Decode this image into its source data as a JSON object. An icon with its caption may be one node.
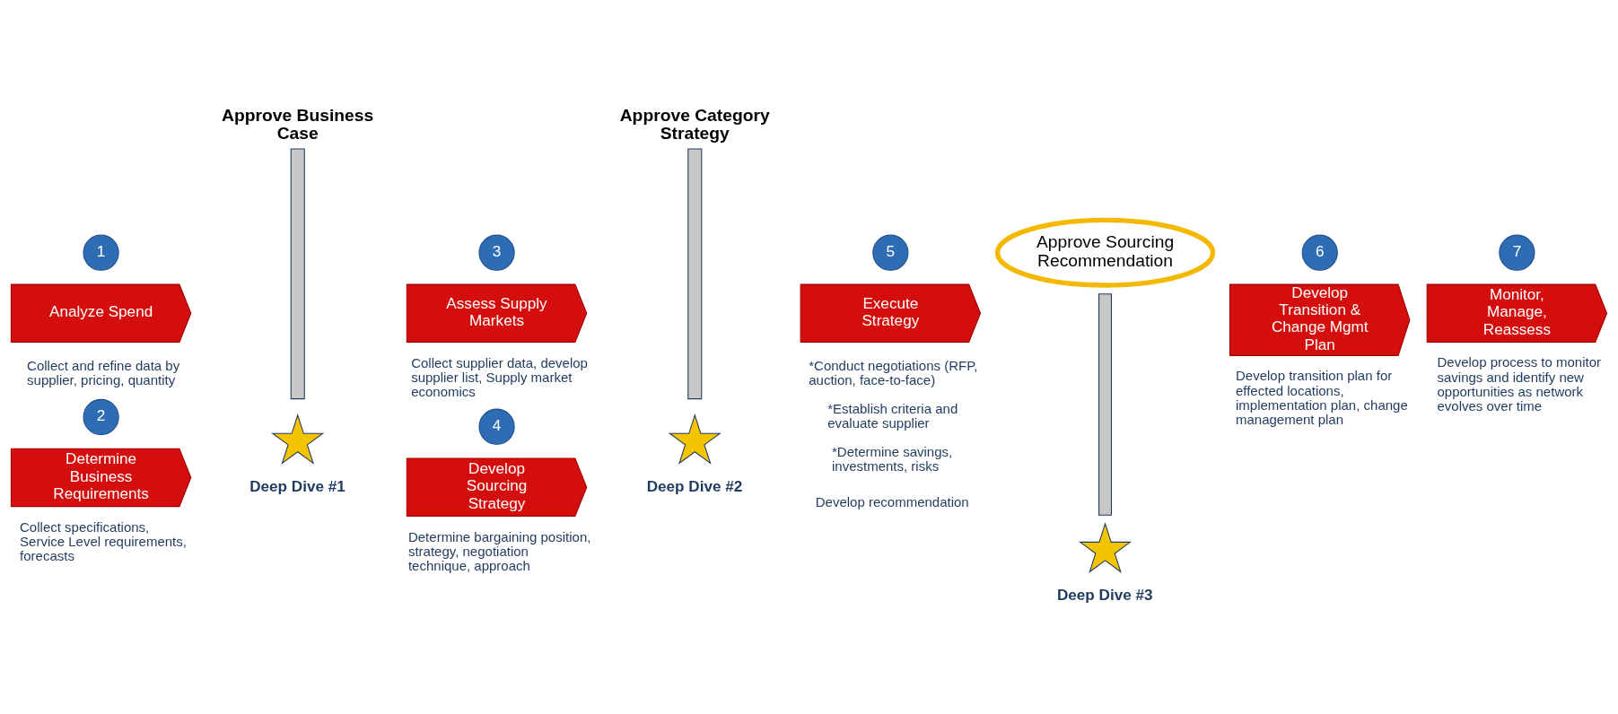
{
  "diagram": {
    "nodes": [
      {
        "text": [
          "1"
        ]
      },
      {
        "text": [
          "Analyze Spend"
        ],
        "beside": [
          "Collect and refine data by supplier, pricing, quantity"
        ]
      },
      {
        "text": [
          "2"
        ]
      },
      {
        "text": [
          "Determine Business Requirements"
        ],
        "beside": [
          "Collect specifications, Service Level requirements, forecasts"
        ]
      },
      {
        "text": [
          "Approve Business Case"
        ]
      },
      {
        "text": [],
        "shape": "star",
        "beside": [
          "Deep Dive #1"
        ]
      },
      {
        "text": [
          "3"
        ]
      },
      {
        "text": [
          "Assess Supply Markets"
        ],
        "beside": [
          "Collect supplier data, develop supplier list, Supply market economics"
        ]
      },
      {
        "text": [
          "4"
        ]
      },
      {
        "text": [
          "Develop Sourcing Strategy"
        ],
        "beside": [
          "Determine bargaining position, strategy, negotiation technique, approach"
        ]
      },
      {
        "text": [
          "Approve Category Strategy"
        ]
      },
      {
        "text": [],
        "shape": "star",
        "beside": [
          "Deep Dive #2"
        ]
      },
      {
        "text": [
          "5"
        ]
      },
      {
        "text": [
          "Execute Strategy"
        ],
        "beside": [
          "*Conduct negotiations (RFP, auction, face-to-face)",
          "*Establish criteria and evaluate supplier",
          "*Determine savings, investments, risks",
          "Develop recommendation"
        ]
      },
      {
        "text": [
          "Approve Sourcing Recommendation"
        ]
      },
      {
        "text": [],
        "shape": "bar"
      },
      {
        "text": [],
        "shape": "star",
        "beside": [
          "Deep Dive #3"
        ]
      },
      {
        "text": [
          "6"
        ]
      },
      {
        "text": [
          "Develop Transition & Change Mgmt Plan"
        ],
        "beside": [
          "Develop transition plan for effected locations, implementation plan, change management plan"
        ]
      },
      {
        "text": [
          "7"
        ]
      },
      {
        "text": [
          "Monitor, Manage, Reassess"
        ],
        "beside": [
          "Develop process to monitor savings and identify new opportunities as network evolves over time"
        ]
      }
    ],
    "edges": []
  }
}
